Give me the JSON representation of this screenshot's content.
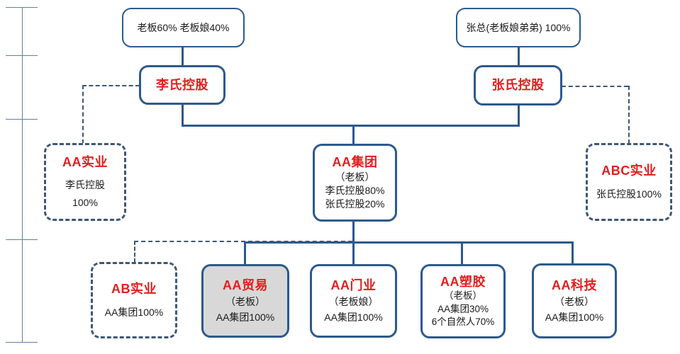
{
  "colors": {
    "solid_border": "#2e598c",
    "dashed_border": "#3e5676",
    "title_red": "#e31d1d",
    "gray_fill": "#d8d8d8",
    "ruler_line": "#5f7fa3",
    "body_text": "#1b1b1b"
  },
  "nodes": {
    "shareholder_left": {
      "label": "老板60% 老板娘40%"
    },
    "shareholder_right": {
      "label": "张总(老板娘弟弟) 100%"
    },
    "li_holdings": {
      "title": "李氏控股"
    },
    "zhang_holdings": {
      "title": "张氏控股"
    },
    "aa_group": {
      "title": "AA集团",
      "line1": "（老板）",
      "line2": "李氏控股80%",
      "line3": "张氏控股20%"
    },
    "aa_industry": {
      "title": "AA实业",
      "line1": "李氏控股",
      "line2": "100%"
    },
    "abc_industry": {
      "title": "ABC实业",
      "line1": "张氏控股100%"
    },
    "ab_industry": {
      "title": "AB实业",
      "line1": "AA集团100%"
    },
    "aa_trading": {
      "title": "AA贸易",
      "line1": "（老板）",
      "line2": "AA集团100%"
    },
    "aa_door": {
      "title": "AA门业",
      "line1": "（老板娘）",
      "line2": "AA集团100%"
    },
    "aa_plastic": {
      "title": "AA塑胶",
      "line1": "（老板）",
      "line2": "AA集团30%",
      "line3": "6个自然人70%"
    },
    "aa_tech": {
      "title": "AA科技",
      "line1": "（老板）",
      "line2": "AA集团100%"
    }
  }
}
